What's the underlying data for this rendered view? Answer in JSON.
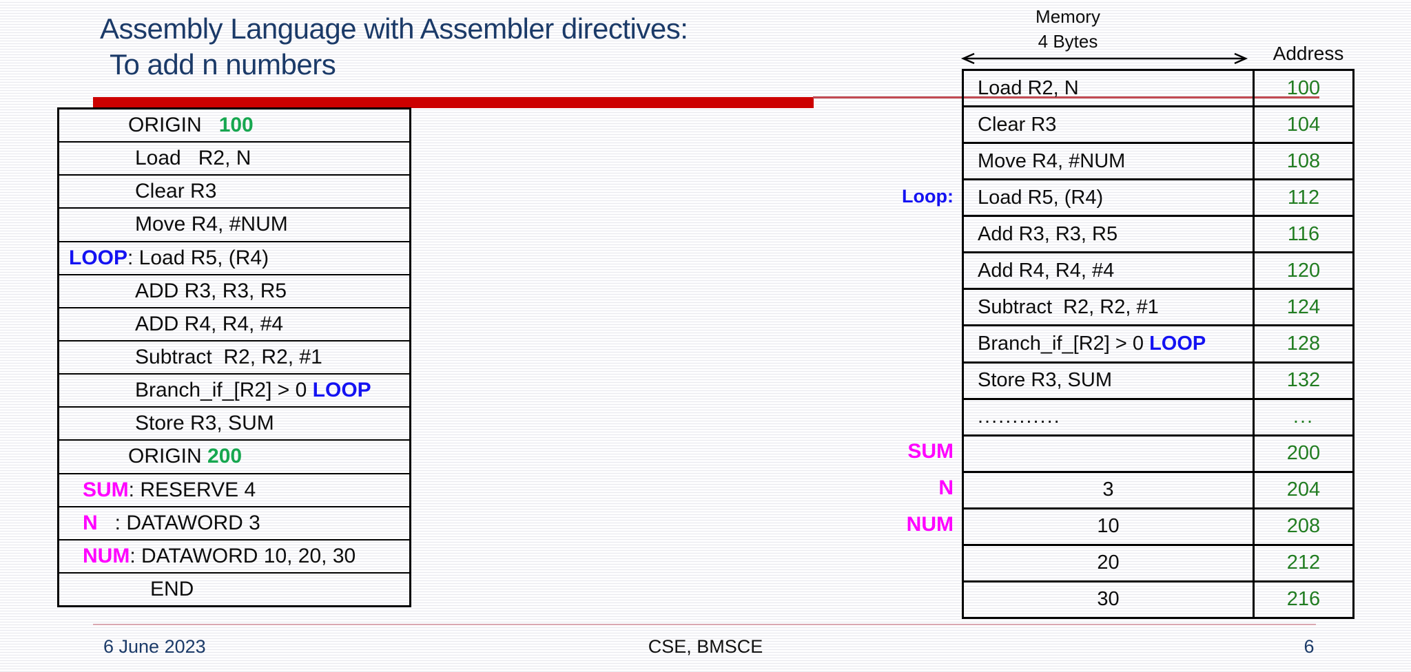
{
  "colors": {
    "accent-red": "#cc0000",
    "thin-red": "#c24a52",
    "footer-pink": "#d9a7b1",
    "navy": "#1b3a68",
    "code-blue": "#1412f2",
    "label-magenta": "#ff00ff",
    "green-bold": "#17a750",
    "green-addr": "#217c21"
  },
  "title": {
    "line1": "Assembly Language with Assembler directives:",
    "line2": "To add n numbers"
  },
  "code_table": {
    "rows": [
      {
        "pre": "",
        "main": "ORIGIN   ",
        "tail": "100"
      },
      {
        "pre": "",
        "main": "Load   R2, N",
        "tail": ""
      },
      {
        "pre": "",
        "main": "Clear R3",
        "tail": ""
      },
      {
        "pre": "",
        "main": "Move R4, #NUM",
        "tail": ""
      },
      {
        "pre": "LOOP",
        "main": ": Load R5, (R4)",
        "tail": ""
      },
      {
        "pre": "",
        "main": "ADD R3, R3, R5",
        "tail": ""
      },
      {
        "pre": "",
        "main": "ADD R4, R4, #4",
        "tail": ""
      },
      {
        "pre": "",
        "main": "Subtract  R2, R2, #1",
        "tail": ""
      },
      {
        "pre": "",
        "main": "Branch_if_[R2] > 0 ",
        "tail": "LOOP"
      },
      {
        "pre": "",
        "main": "Store R3, SUM",
        "tail": ""
      },
      {
        "pre": "",
        "main": "ORIGIN ",
        "tail": "200"
      },
      {
        "pre": "SUM",
        "main": ": RESERVE 4",
        "tail": ""
      },
      {
        "pre": "N",
        "main": "   : DATAWORD 3",
        "tail": ""
      },
      {
        "pre": "NUM",
        "main": ": DATAWORD 10, 20, 30",
        "tail": ""
      },
      {
        "pre": "",
        "main": "END",
        "tail": ""
      }
    ]
  },
  "memory_table": {
    "column_headers": {
      "memory": "Memory",
      "width": "4 Bytes",
      "address": "Address"
    },
    "side_labels": {
      "loop": "Loop:",
      "sum": "SUM",
      "n": "N",
      "num": "NUM"
    },
    "rows": [
      {
        "mem": "Load R2, N",
        "tail": "",
        "addr": "100"
      },
      {
        "mem": "Clear R3",
        "tail": "",
        "addr": "104"
      },
      {
        "mem": "Move R4, #NUM",
        "tail": "",
        "addr": "108"
      },
      {
        "mem": "Load R5, (R4)",
        "tail": "",
        "addr": "112"
      },
      {
        "mem": "Add R3, R3, R5",
        "tail": "",
        "addr": "116"
      },
      {
        "mem": "Add R4, R4, #4",
        "tail": "",
        "addr": "120"
      },
      {
        "mem": "Subtract  R2, R2, #1",
        "tail": "",
        "addr": "124"
      },
      {
        "mem": "Branch_if_[R2] > 0 ",
        "tail": "LOOP",
        "addr": "128"
      },
      {
        "mem": "Store R3, SUM",
        "tail": "",
        "addr": "132"
      },
      {
        "mem": "............",
        "tail": "",
        "addr": "..."
      },
      {
        "mem": "",
        "tail": "",
        "addr": "200"
      },
      {
        "mem": "3",
        "tail": "",
        "addr": "204"
      },
      {
        "mem": "10",
        "tail": "",
        "addr": "208"
      },
      {
        "mem": "20",
        "tail": "",
        "addr": "212"
      },
      {
        "mem": "30",
        "tail": "",
        "addr": "216"
      }
    ]
  },
  "footer": {
    "date": "6 June 2023",
    "center": "CSE, BMSCE",
    "page": "6"
  }
}
